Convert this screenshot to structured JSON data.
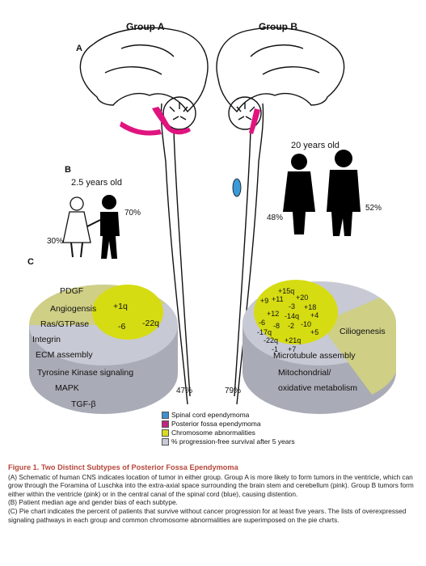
{
  "headers": {
    "group_a": "Group A",
    "group_b": "Group B"
  },
  "panels": {
    "a": "A",
    "b": "B",
    "c": "C"
  },
  "ages": {
    "group_a": "2.5 years old",
    "group_b": "20 years old"
  },
  "gender": {
    "a_girl": "30%",
    "a_boy": "70%",
    "b_woman": "48%",
    "b_man": "52%"
  },
  "pie_a": {
    "survival": "47%",
    "pathways": [
      "PDGF",
      "Angiogensis",
      "Ras/GTPase",
      "Integrin",
      "ECM assembly",
      "Tyrosine Kinase signaling",
      "MAPK",
      "TGF-β"
    ],
    "chromosome": [
      "+1q",
      "-6",
      "-22q"
    ]
  },
  "pie_b": {
    "survival": "79%",
    "pathways": [
      "Ciliogenesis",
      "Microtubule assembly",
      "Mitochondrial/",
      "oxidative metabolism"
    ],
    "chromosome": [
      "+15q",
      "+9",
      "+11",
      "+20",
      "-3",
      "+18",
      "+12",
      "-14q",
      "+4",
      "-6",
      "-8",
      "-2",
      "-10",
      "-17q",
      "+5",
      "-22q",
      "+21q",
      "-1",
      "+7"
    ]
  },
  "legend": [
    {
      "label": "Spinal cord ependymoma",
      "color": "#3d8fd0"
    },
    {
      "label": "Posterior fossa ependymoma",
      "color": "#c0267d"
    },
    {
      "label": "Chromosome abnormalities",
      "color": "#d9dc1e"
    },
    {
      "label": "% progression-free survival after 5 years",
      "color": "#c8cbd6"
    }
  ],
  "colors": {
    "pink": "#e0147f",
    "blue": "#3c9ad6",
    "yellow": "#d6dc12",
    "olive": "#cfcf86",
    "grey": "#c7c9d4",
    "caption_title": "#b5483b"
  },
  "caption": {
    "title": "Figure 1. Two Distinct Subtypes of Posterior Fossa Ependymoma",
    "a": "(A) Schematic of human CNS indicates location of tumor in either group. Group A is more likely to form tumors in the ventricle, which can grow through the Foramina of Luschka into the extra-axial space surrounding the brain stem and cerebellum (pink). Group B tumors form either within the ventricle (pink) or in the central canal of the spinal cord (blue), causing distention.",
    "b": "(B) Patient median age and gender bias of each subtype.",
    "c": "(C) Pie chart indicates the percent of patients that survive without cancer progression for at least five years. The lists of overexpressed signaling pathways in each group and common chromosome abnormalities are superimposed on the pie charts."
  }
}
